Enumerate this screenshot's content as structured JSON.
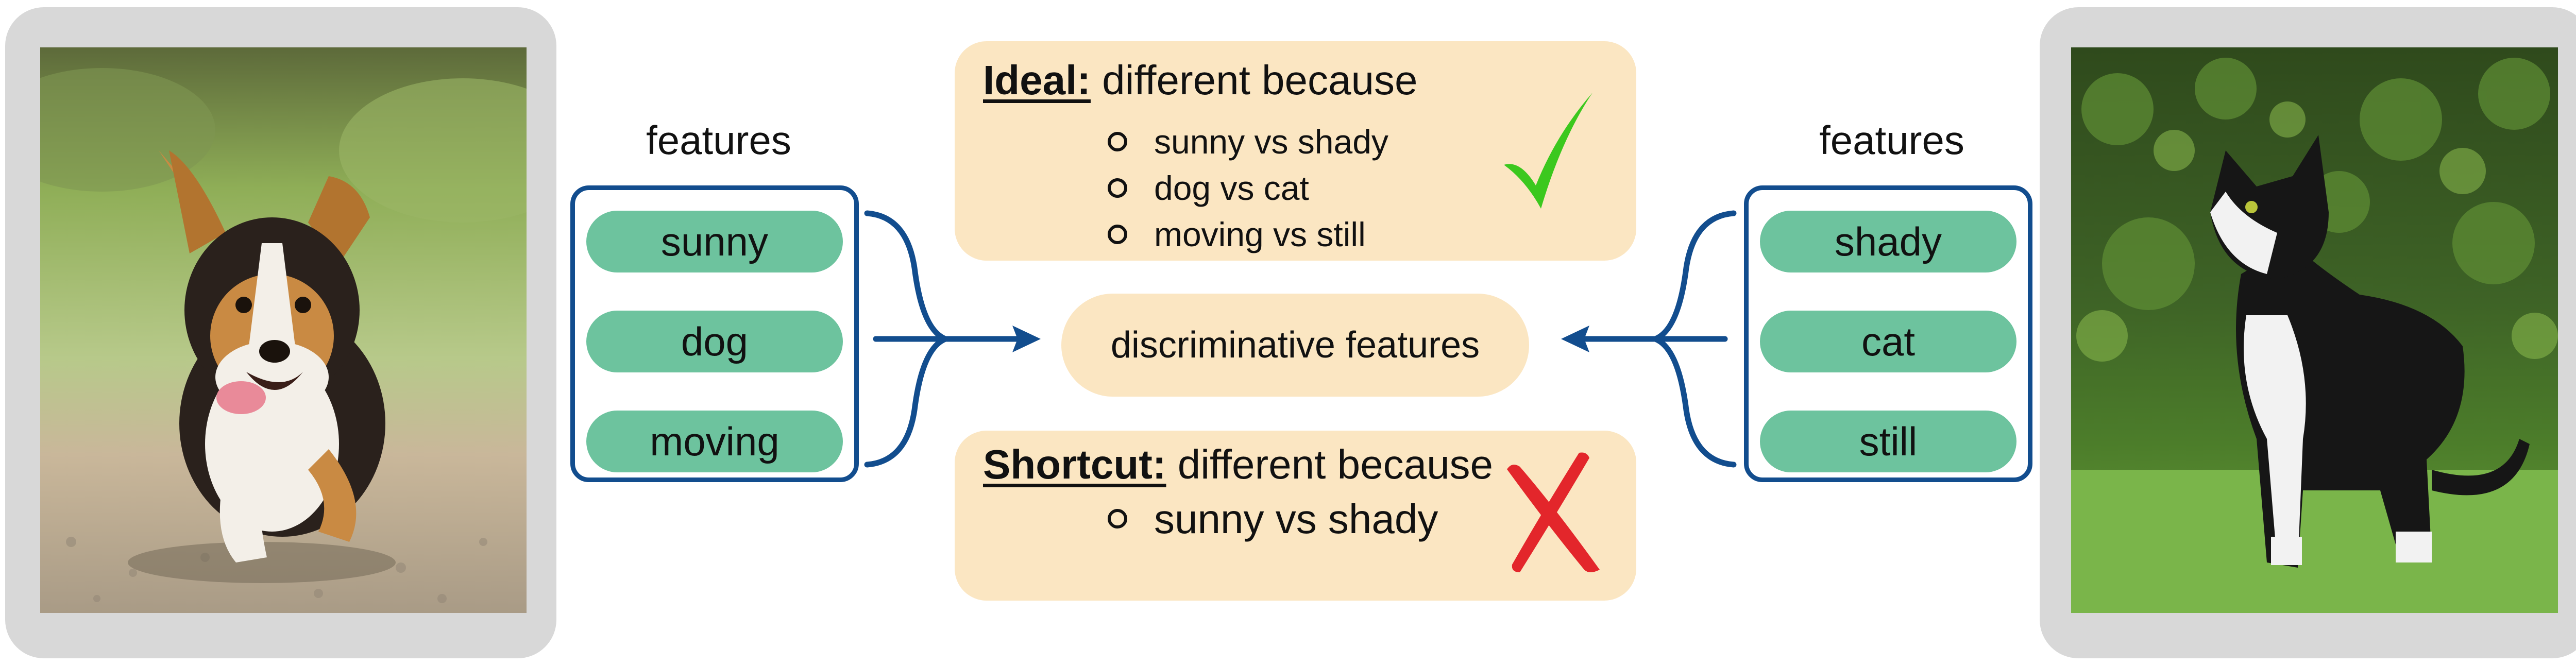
{
  "left_example": {
    "photo_subject": "dog-photo",
    "features_title": "features",
    "features": [
      "sunny",
      "dog",
      "moving"
    ]
  },
  "right_example": {
    "photo_subject": "cat-photo",
    "features_title": "features",
    "features": [
      "shady",
      "cat",
      "still"
    ]
  },
  "ideal": {
    "keyword": "Ideal:",
    "heading_rest": " different because",
    "reasons": [
      "sunny vs shady",
      "dog vs cat",
      "moving vs still"
    ],
    "mark_icon": "checkmark-icon"
  },
  "center": {
    "label": "discriminative features"
  },
  "shortcut": {
    "keyword": "Shortcut:",
    "heading_rest": " different because",
    "reasons": [
      "sunny vs shady"
    ],
    "mark_icon": "cross-icon"
  },
  "colors": {
    "feature_pill": "#6dc39e",
    "bracket_blue": "#124d8e",
    "panel_fill": "#fbe6c2",
    "photo_frame": "#d8d8d8",
    "check_green": "#3bc81e",
    "cross_red": "#e3262b"
  }
}
